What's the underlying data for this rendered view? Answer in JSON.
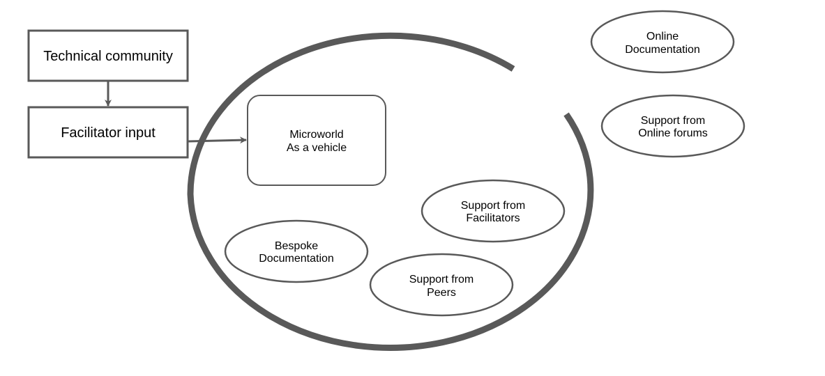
{
  "diagram": {
    "colors": {
      "stroke": "#595959",
      "background": "#ffffff",
      "text": "#000000"
    },
    "boxes": {
      "technical_community": "Technical community",
      "facilitator_input": "Facilitator input"
    },
    "microworld": {
      "line1": "Microworld",
      "line2": "As a vehicle"
    },
    "inner_ellipses": {
      "bespoke": {
        "line1": "Bespoke",
        "line2": "Documentation"
      },
      "peers": {
        "line1": "Support from",
        "line2": "Peers"
      },
      "facilitators": {
        "line1": "Support from",
        "line2": "Facilitators"
      }
    },
    "outer_ellipses": {
      "online_documentation": {
        "line1": "Online",
        "line2": "Documentation"
      },
      "online_forums": {
        "line1": "Support from",
        "line2": "Online forums"
      }
    },
    "edges": [
      {
        "from": "Technical community",
        "to": "Facilitator input"
      },
      {
        "from": "Facilitator input",
        "to": "Microworld As a vehicle"
      }
    ]
  }
}
